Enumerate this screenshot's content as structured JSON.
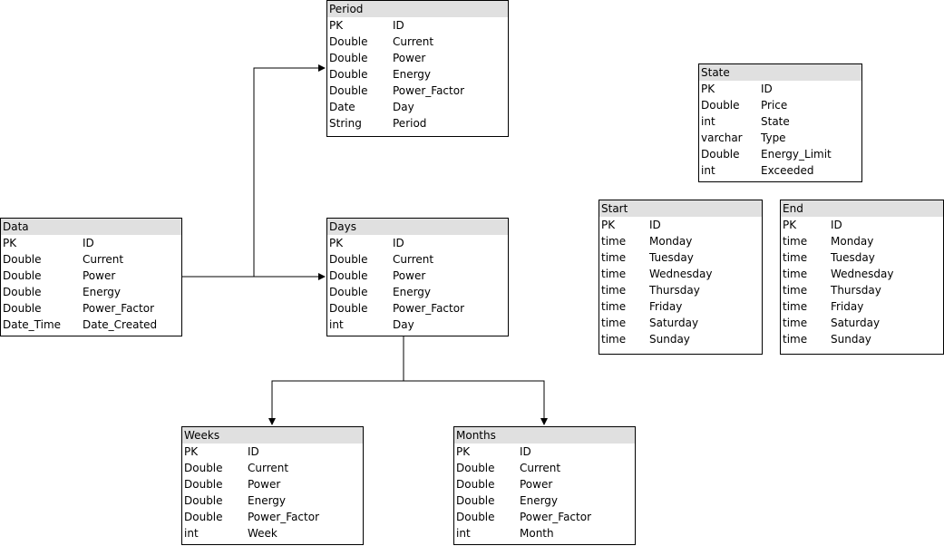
{
  "colors": {
    "header_fill": "#e0e0e0",
    "border": "#000000",
    "line": "#000000"
  },
  "entities": {
    "period": {
      "title": "Period",
      "rows": [
        {
          "type": "PK",
          "name": "ID"
        },
        {
          "type": "Double",
          "name": "Current"
        },
        {
          "type": "Double",
          "name": "Power"
        },
        {
          "type": "Double",
          "name": "Energy"
        },
        {
          "type": "Double",
          "name": "Power_Factor"
        },
        {
          "type": "Date",
          "name": "Day"
        },
        {
          "type": "String",
          "name": "Period"
        }
      ]
    },
    "data": {
      "title": "Data",
      "rows": [
        {
          "type": "PK",
          "name": "ID"
        },
        {
          "type": "Double",
          "name": "Current"
        },
        {
          "type": "Double",
          "name": "Power"
        },
        {
          "type": "Double",
          "name": "Energy"
        },
        {
          "type": "Double",
          "name": "Power_Factor"
        },
        {
          "type": "Date_Time",
          "name": "Date_Created"
        }
      ]
    },
    "days": {
      "title": "Days",
      "rows": [
        {
          "type": "PK",
          "name": "ID"
        },
        {
          "type": "Double",
          "name": "Current"
        },
        {
          "type": "Double",
          "name": "Power"
        },
        {
          "type": "Double",
          "name": "Energy"
        },
        {
          "type": "Double",
          "name": "Power_Factor"
        },
        {
          "type": "int",
          "name": "Day"
        }
      ]
    },
    "weeks": {
      "title": "Weeks",
      "rows": [
        {
          "type": "PK",
          "name": "ID"
        },
        {
          "type": "Double",
          "name": "Current"
        },
        {
          "type": "Double",
          "name": "Power"
        },
        {
          "type": "Double",
          "name": "Energy"
        },
        {
          "type": "Double",
          "name": "Power_Factor"
        },
        {
          "type": "int",
          "name": "Week"
        }
      ]
    },
    "months": {
      "title": "Months",
      "rows": [
        {
          "type": "PK",
          "name": "ID"
        },
        {
          "type": "Double",
          "name": "Current"
        },
        {
          "type": "Double",
          "name": "Power"
        },
        {
          "type": "Double",
          "name": "Energy"
        },
        {
          "type": "Double",
          "name": "Power_Factor"
        },
        {
          "type": "int",
          "name": "Month"
        }
      ]
    },
    "state": {
      "title": "State",
      "rows": [
        {
          "type": "PK",
          "name": "ID"
        },
        {
          "type": "Double",
          "name": "Price"
        },
        {
          "type": "int",
          "name": "State"
        },
        {
          "type": "varchar",
          "name": "Type"
        },
        {
          "type": "Double",
          "name": "Energy_Limit"
        },
        {
          "type": "int",
          "name": "Exceeded"
        }
      ]
    },
    "start": {
      "title": "Start",
      "rows": [
        {
          "type": "PK",
          "name": "ID"
        },
        {
          "type": "time",
          "name": "Monday"
        },
        {
          "type": "time",
          "name": "Tuesday"
        },
        {
          "type": "time",
          "name": "Wednesday"
        },
        {
          "type": "time",
          "name": "Thursday"
        },
        {
          "type": "time",
          "name": "Friday"
        },
        {
          "type": "time",
          "name": "Saturday"
        },
        {
          "type": "time",
          "name": "Sunday"
        }
      ]
    },
    "end": {
      "title": "End",
      "rows": [
        {
          "type": "PK",
          "name": "ID"
        },
        {
          "type": "time",
          "name": "Monday"
        },
        {
          "type": "time",
          "name": "Tuesday"
        },
        {
          "type": "time",
          "name": "Wednesday"
        },
        {
          "type": "time",
          "name": "Thursday"
        },
        {
          "type": "time",
          "name": "Friday"
        },
        {
          "type": "time",
          "name": "Saturday"
        },
        {
          "type": "time",
          "name": "Sunday"
        }
      ]
    }
  },
  "connectors": [
    {
      "from": "data",
      "to": "period"
    },
    {
      "from": "data",
      "to": "days"
    },
    {
      "from": "days",
      "to": "weeks"
    },
    {
      "from": "days",
      "to": "months"
    }
  ]
}
